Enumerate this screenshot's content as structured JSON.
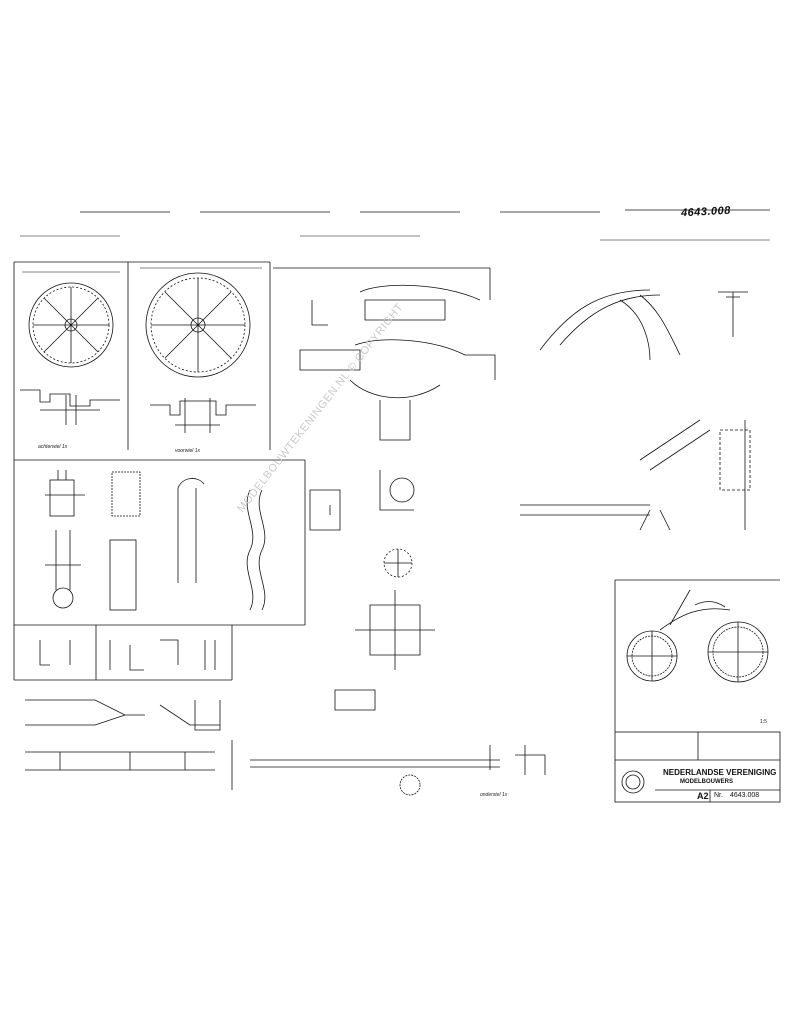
{
  "drawing": {
    "number": "4643.008",
    "scale": "1:5"
  },
  "labels": {
    "wheel_small": "achterwiel 1x",
    "wheel_large": "voorwiel 1x",
    "bottom_note": "onderstel 1x"
  },
  "title_block": {
    "org_line1": "NEDERLANDSE VERENIGING",
    "org_line2": "MODELBOUWERS",
    "format": "A2",
    "number_prefix": "Nr.",
    "number": "4643.008"
  },
  "watermark": "MODELBOUWTEKENINGEN.NL © COPYRIGHT"
}
